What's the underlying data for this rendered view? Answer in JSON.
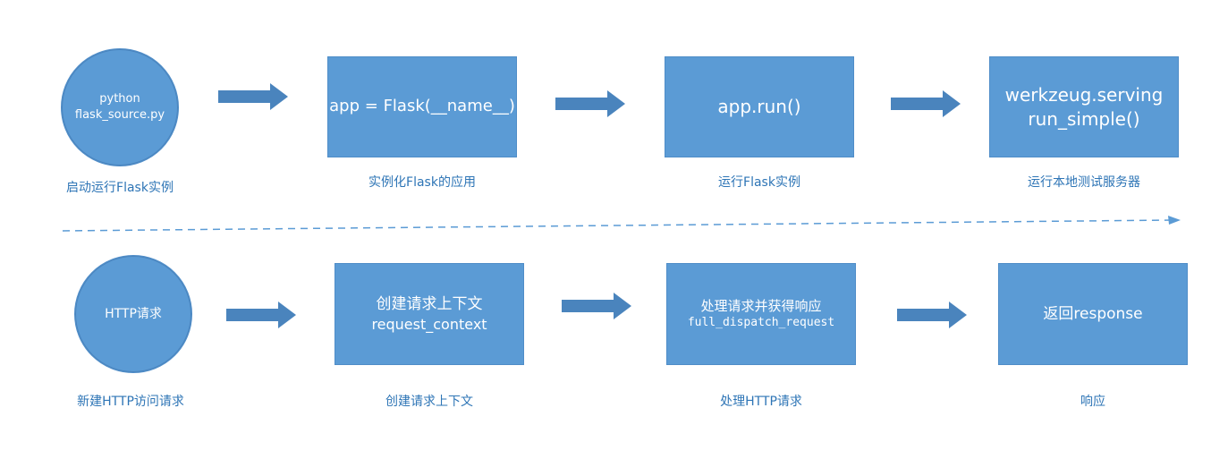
{
  "colors": {
    "node_fill": "#5b9bd5",
    "arrow_fill": "#4a84bd",
    "caption_text": "#2e75b6",
    "dash_line": "#5b9bd5"
  },
  "row1": {
    "nodes": [
      {
        "lines": [
          "python",
          "flask_source.py"
        ],
        "caption": "启动运行Flask实例"
      },
      {
        "lines": [
          "app = Flask(__name__)"
        ],
        "caption": "实例化Flask的应用"
      },
      {
        "lines": [
          "app.run()"
        ],
        "caption": "运行Flask实例"
      },
      {
        "lines": [
          "werkzeug.serving",
          "run_simple()"
        ],
        "caption": "运行本地测试服务器"
      }
    ]
  },
  "row2": {
    "nodes": [
      {
        "lines": [
          "HTTP请求"
        ],
        "caption": "新建HTTP访问请求"
      },
      {
        "lines": [
          "创建请求上下文",
          "request_context"
        ],
        "caption": "创建请求上下文"
      },
      {
        "lines": [
          "处理请求并获得响应",
          "full_dispatch_request"
        ],
        "caption": "处理HTTP请求"
      },
      {
        "lines": [
          "返回response"
        ],
        "caption": "响应"
      }
    ]
  }
}
